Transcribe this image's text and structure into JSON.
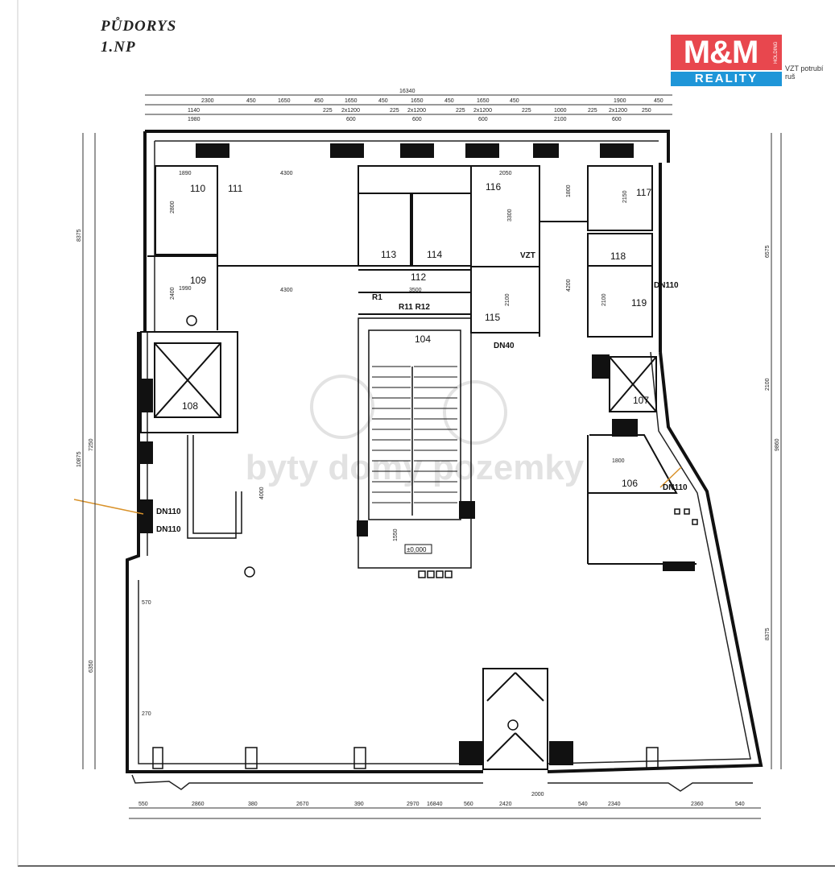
{
  "header": {
    "title_line1": "PŮDORYS",
    "title_line2": "1.NP",
    "vzt_note": "VZT potrubí ruš"
  },
  "logo": {
    "top_text": "M&M",
    "side_text": "HOLDING",
    "bottom_text": "REALITY",
    "colors": {
      "top": "#e8474e",
      "bottom": "#1f96d8"
    }
  },
  "watermark": {
    "text": "byty domy pozemky"
  },
  "rooms": [
    "110",
    "111",
    "109",
    "113",
    "114",
    "112",
    "116",
    "117",
    "118",
    "119",
    "115",
    "104",
    "108",
    "107",
    "106"
  ],
  "labels": {
    "r1": "R1",
    "r11r12": "R11 R12",
    "dn40": "DN40",
    "dn110_a": "DN110",
    "dn110_b": "DN110",
    "dn110_c": "DN110",
    "dn110_d": "DN110",
    "vzt": "VZT",
    "level": "±0,000"
  },
  "dims_top": {
    "total": "16340",
    "row1": [
      "2300",
      "450",
      "1650",
      "450",
      "1650",
      "450",
      "1650",
      "450",
      "1650",
      "450",
      "1900",
      "450"
    ],
    "row2": [
      "1140",
      "225",
      "2x1200",
      "225",
      "2x1200",
      "225",
      "2x1200",
      "225",
      "1000",
      "225",
      "2x1200",
      "250"
    ],
    "row3": [
      "1980",
      "600",
      "600",
      "600",
      "2100",
      "600"
    ]
  },
  "dims_bottom": {
    "total": "16840",
    "row": [
      "550",
      "2860",
      "380",
      "2670",
      "390",
      "2970",
      "560",
      "2420",
      "2000",
      "540",
      "2340",
      "2360",
      "540"
    ]
  },
  "dims_left": [
    "8375",
    "10875",
    "7250",
    "6350"
  ],
  "dims_right": [
    "6575",
    "2100",
    "9860",
    "8375"
  ],
  "dims_inner": [
    "1890",
    "4300",
    "2800",
    "1990",
    "2400",
    "4300",
    "3500",
    "2050",
    "3300",
    "1800",
    "2150",
    "2100",
    "4200",
    "2100",
    "1800",
    "4000",
    "1550",
    "570",
    "270"
  ]
}
